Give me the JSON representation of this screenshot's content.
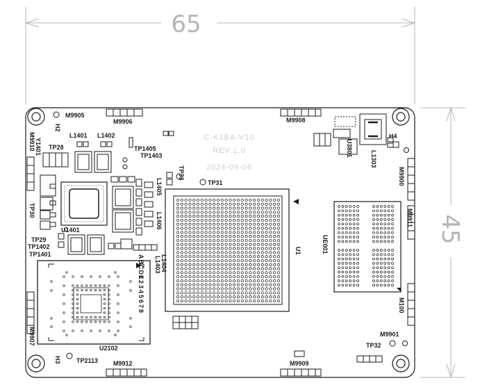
{
  "dimensions": {
    "width_label": "65",
    "height_label": "45"
  },
  "board_text": {
    "name": "C-K1BA-V10",
    "revision": "REV:1.0",
    "date": "2024-09-06"
  },
  "labels": {
    "M9905": "M9905",
    "M9906": "M9906",
    "M9908": "M9908",
    "H2": "H2",
    "H4": "H4",
    "H3": "H3",
    "M9910": "M9910",
    "Y1401": "Y1401",
    "TP28": "TP28",
    "L1401": "L1401",
    "L1402": "L1402",
    "TP1405": "TP1405",
    "TP1403": "TP1403",
    "U3801": "U3801",
    "L1303": "L1303",
    "M9900": "M9900",
    "TP33": "TP33",
    "TP31": "TP31",
    "L1405": "L1405",
    "L1406": "L1406",
    "TP30": "TP30",
    "U1401": "U1401",
    "TP29": "TP29",
    "TP1402": "TP1402",
    "TP1401": "TP1401",
    "U1": "U1",
    "UE001": "UE001",
    "M9911": "M9911",
    "L1404": "L1404",
    "L1403": "L1403",
    "M100": "M100",
    "M9907": "M9907",
    "U2102": "U2102",
    "TP2113": "TP2113",
    "M9912": "M9912",
    "M9909": "M9909",
    "M9901": "M9901",
    "TP32": "TP32"
  },
  "bga_row_letters": "ABCDE",
  "bga_col_numbers": "12345678"
}
